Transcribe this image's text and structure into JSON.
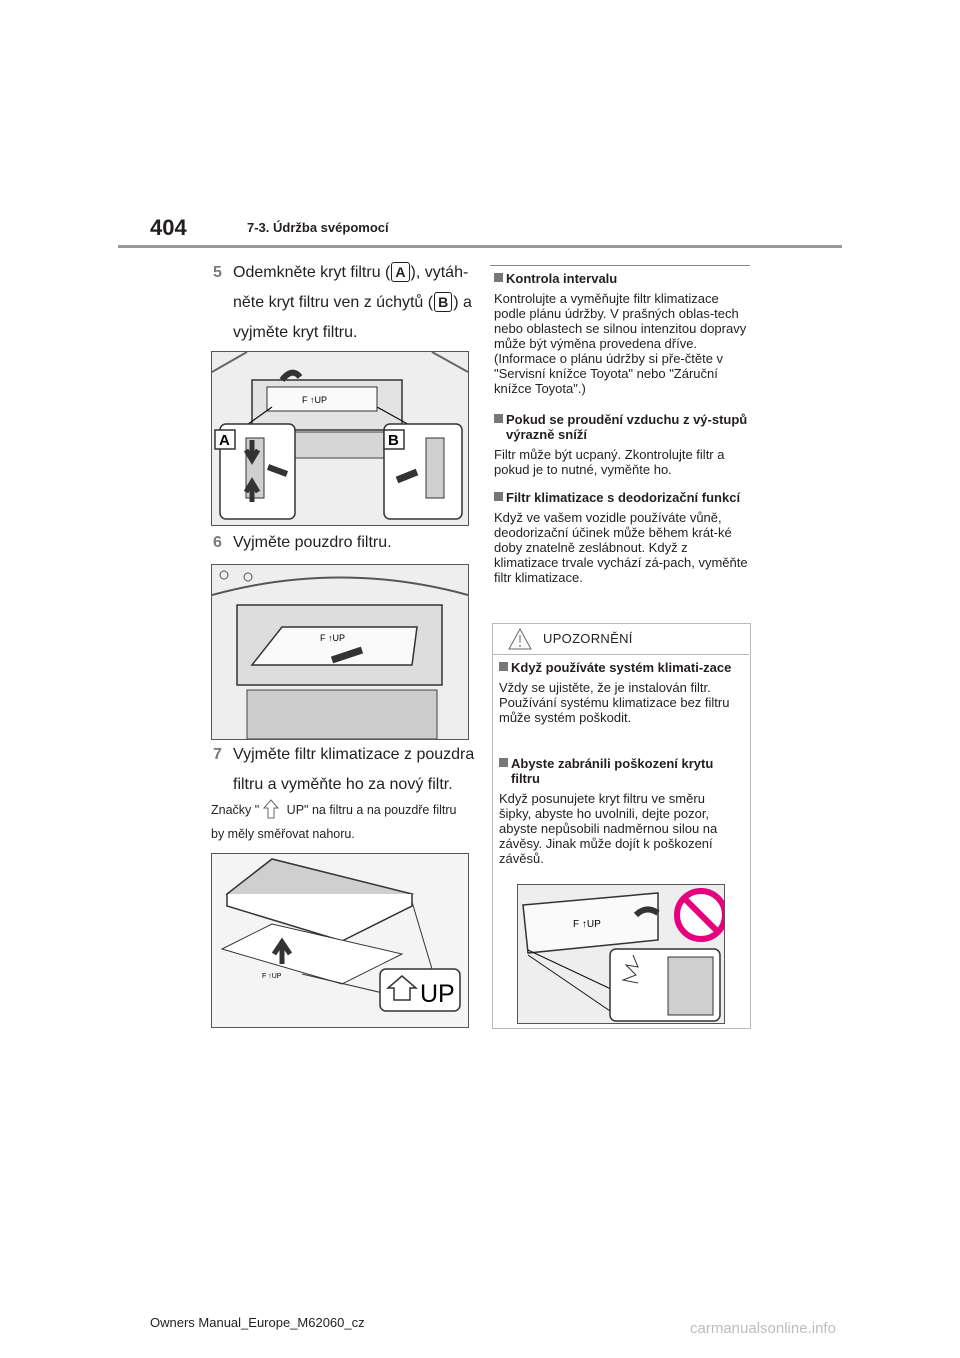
{
  "header": {
    "page_number": "404",
    "section_title": "7-3. Údržba svépomocí"
  },
  "steps": {
    "s5": {
      "num": "5",
      "text_a": "Odemkněte kryt filtru (",
      "key_a": "A",
      "text_b": "), vytáh-něte kryt filtru ven z úchytů (",
      "key_b": "B",
      "text_c": ") a vyjměte kryt filtru."
    },
    "s6": {
      "num": "6",
      "text": "Vyjměte pouzdro filtru."
    },
    "s7": {
      "num": "7",
      "text": "Vyjměte filtr klimatizace z pouzdra filtru a vyměňte ho za nový filtr."
    }
  },
  "figures": {
    "fig1": {
      "label_a": "A",
      "label_b": "B",
      "filter_mark": "F ↑UP"
    },
    "fig2": {
      "filter_mark": "F ↑UP"
    },
    "fig3": {
      "up_label": "UP",
      "small_mark": "F ↑UP"
    },
    "fig4": {
      "filter_mark": "F ↑UP"
    }
  },
  "note": {
    "text_a": "Značky \"",
    "text_b": " UP\" na filtru a na pouzdře filtru by měly směřovat nahoru."
  },
  "right": {
    "interval": {
      "heading": "Kontrola intervalu",
      "body": "Kontrolujte a vyměňujte filtr klimatizace podle plánu údržby. V prašných oblas-tech nebo oblastech se silnou intenzitou dopravy může být výměna provedena dříve. (Informace o plánu údržby si pře-čtěte v \"Servisní knížce Toyota\" nebo \"Záruční knížce Toyota\".)"
    },
    "airflow": {
      "heading": "Pokud se proudění vzduchu z vý-stupů výrazně sníží",
      "body": "Filtr může být ucpaný. Zkontrolujte filtr a pokud je to nutné, vyměňte ho."
    },
    "deodor": {
      "heading": "Filtr klimatizace s deodorizační funkcí",
      "body": "Když ve vašem vozidle používáte vůně, deodorizační účinek může během krát-ké doby znatelně zeslábnout. Když z klimatizace trvale vychází zá-pach, vyměňte filtr klimatizace."
    }
  },
  "caution": {
    "title": "UPOZORNĚNÍ",
    "item1": {
      "heading": "Když používáte systém klimati-zace",
      "body": "Vždy se ujistěte, že je instalován filtr. Používání systému klimatizace bez filtru může systém poškodit."
    },
    "item2": {
      "heading": "Abyste zabránili poškození krytu filtru",
      "body": "Když posunujete kryt filtru ve směru šipky, abyste ho uvolnili, dejte pozor, abyste nepůsobili nadměrnou silou na závěsy. Jinak může dojít k poškození závěsů."
    }
  },
  "footer": {
    "text": "Owners Manual_Europe_M62060_cz"
  },
  "watermark": {
    "text": "carmanualsonline.info"
  }
}
